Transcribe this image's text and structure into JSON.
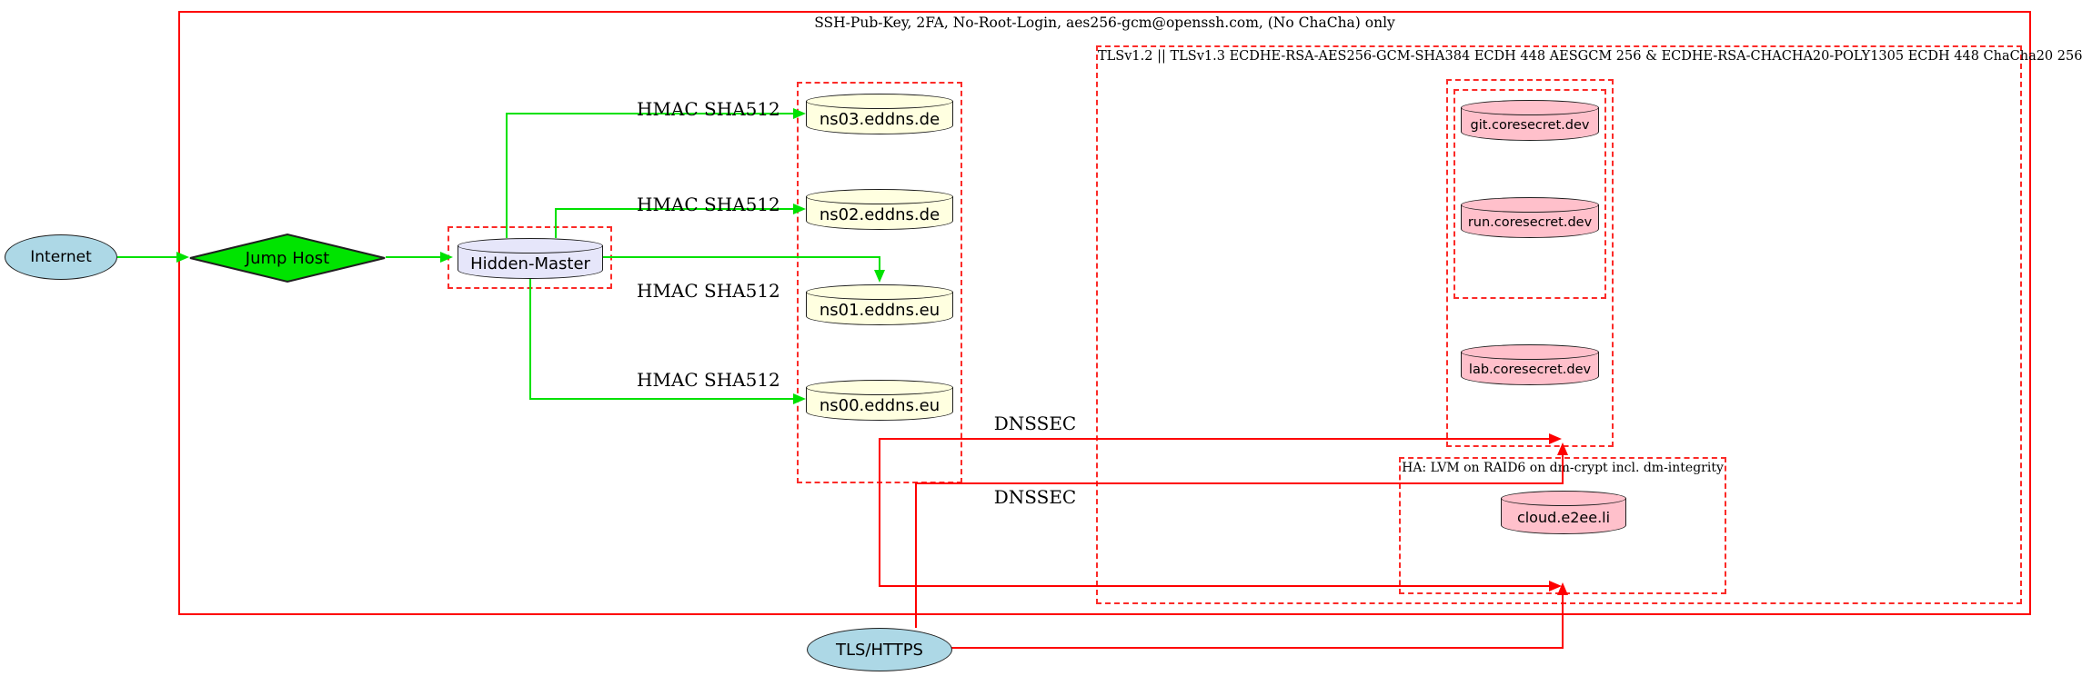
{
  "clusters": {
    "ssh": {
      "label": "SSH-Pub-Key, 2FA, No-Root-Login, aes256-gcm@openssh.com, (No ChaCha) only"
    },
    "tls": {
      "label": "TLSv1.2 || TLSv1.3 ECDHE-RSA-AES256-GCM-SHA384 ECDH 448 AESGCM 256 & ECDHE-RSA-CHACHA20-POLY1305 ECDH 448 ChaCha20 256"
    },
    "ha": {
      "label": "HA: LVM on RAID6 on dm-crypt incl. dm-integrity"
    }
  },
  "nodes": {
    "internet": {
      "label": "Internet",
      "shape": "ellipse",
      "fill": "#add8e6"
    },
    "jump_host": {
      "label": "Jump Host",
      "shape": "diamond",
      "fill": "#00e400"
    },
    "hidden_master": {
      "label": "Hidden-Master",
      "shape": "cylinder",
      "fill": "#e6e6fa"
    },
    "ns03": {
      "label": "ns03.eddns.de",
      "shape": "cylinder",
      "fill": "#ffffe0"
    },
    "ns02": {
      "label": "ns02.eddns.de",
      "shape": "cylinder",
      "fill": "#ffffe0"
    },
    "ns01": {
      "label": "ns01.eddns.eu",
      "shape": "cylinder",
      "fill": "#ffffe0"
    },
    "ns00": {
      "label": "ns00.eddns.eu",
      "shape": "cylinder",
      "fill": "#ffffe0"
    },
    "git": {
      "label": "git.coresecret.dev",
      "shape": "cylinder",
      "fill": "#ffc0cb"
    },
    "run": {
      "label": "run.coresecret.dev",
      "shape": "cylinder",
      "fill": "#ffc0cb"
    },
    "lab": {
      "label": "lab.coresecret.dev",
      "shape": "cylinder",
      "fill": "#ffc0cb"
    },
    "cloud": {
      "label": "cloud.e2ee.li",
      "shape": "cylinder",
      "fill": "#ffc0cb"
    },
    "tls_https": {
      "label": "TLS/HTTPS",
      "shape": "ellipse",
      "fill": "#add8e6"
    }
  },
  "edge_labels": {
    "hmac": "HMAC SHA512",
    "dnssec": "DNSSEC"
  },
  "colors": {
    "edge_green": "#00e100",
    "edge_red": "#fe0000",
    "cluster_red": "#fb2b28",
    "node_border": "#1f1f1f",
    "background": "#ffffff"
  }
}
